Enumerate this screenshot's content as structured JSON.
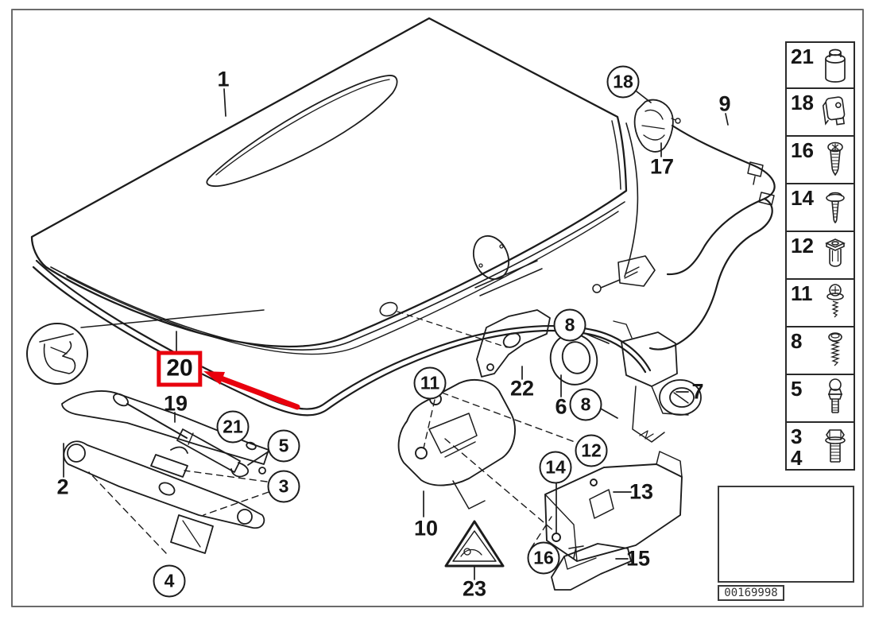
{
  "diagram": {
    "callouts": [
      {
        "text": "1",
        "style": "plain"
      },
      {
        "text": "2",
        "style": "plain"
      },
      {
        "text": "3",
        "style": "circled"
      },
      {
        "text": "4",
        "style": "circled"
      },
      {
        "text": "5",
        "style": "circled"
      },
      {
        "text": "6",
        "style": "plain"
      },
      {
        "text": "7",
        "style": "plain"
      },
      {
        "text": "8",
        "style": "circled"
      },
      {
        "text": "8",
        "style": "circled"
      },
      {
        "text": "9",
        "style": "plain"
      },
      {
        "text": "10",
        "style": "plain"
      },
      {
        "text": "11",
        "style": "circled"
      },
      {
        "text": "12",
        "style": "circled"
      },
      {
        "text": "13",
        "style": "plain"
      },
      {
        "text": "14",
        "style": "circled"
      },
      {
        "text": "15",
        "style": "plain"
      },
      {
        "text": "16",
        "style": "circled"
      },
      {
        "text": "17",
        "style": "plain"
      },
      {
        "text": "18",
        "style": "circled"
      },
      {
        "text": "19",
        "style": "plain"
      },
      {
        "text": "20",
        "style": "red-box-highlight"
      },
      {
        "text": "21",
        "style": "circled"
      },
      {
        "text": "22",
        "style": "plain"
      },
      {
        "text": "23",
        "style": "plain"
      }
    ],
    "highlight": {
      "label": "20",
      "box_color": "#e8000d",
      "arrow_color": "#e8000d"
    }
  },
  "sidebar": {
    "items": [
      {
        "label": "21",
        "icon": "rubber-buffer"
      },
      {
        "label": "18",
        "icon": "clip-plate"
      },
      {
        "label": "16",
        "icon": "torx-screw"
      },
      {
        "label": "14",
        "icon": "washer-head-screw"
      },
      {
        "label": "12",
        "icon": "expansion-nut"
      },
      {
        "label": "11",
        "icon": "phillips-washer-screw"
      },
      {
        "label": "8",
        "icon": "oval-head-screw"
      },
      {
        "label": "5",
        "icon": "ball-stud"
      },
      {
        "label": "3",
        "label2": "4",
        "icon": "hex-flange-bolt"
      }
    ]
  },
  "thumbnail": {
    "image_code": "00169998"
  }
}
